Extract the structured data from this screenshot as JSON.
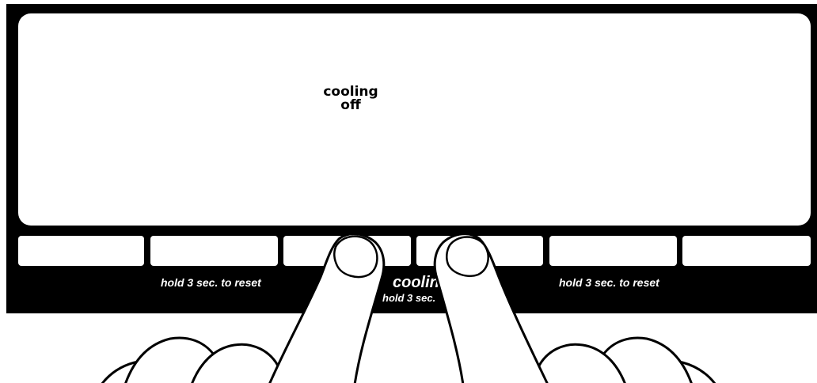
{
  "display": {
    "status_line1": "cooling",
    "status_line2": "off"
  },
  "buttons": [
    {
      "id": "button-1"
    },
    {
      "id": "button-2",
      "caption": "hold 3 sec. to reset"
    },
    {
      "id": "button-3"
    },
    {
      "id": "button-4"
    },
    {
      "id": "button-5"
    },
    {
      "id": "button-6"
    },
    {
      "id": "button-7",
      "caption": "hold 3 sec. to reset"
    },
    {
      "id": "button-8"
    }
  ],
  "center_caption": {
    "title": "cooling",
    "subtitle": "hold 3 sec."
  },
  "colors": {
    "panel": "#000000",
    "display": "#ffffff",
    "hand_fill": "#ffffff",
    "hand_outline": "#000000"
  }
}
